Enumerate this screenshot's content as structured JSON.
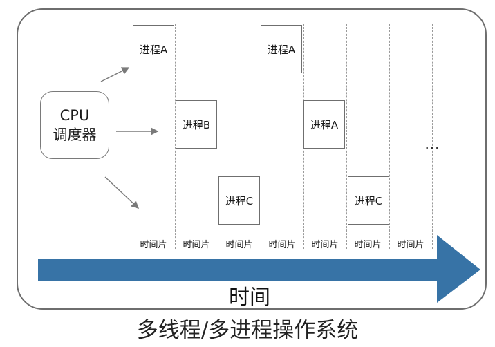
{
  "scheduler": {
    "line1": "CPU",
    "line2": "调度器"
  },
  "processes": {
    "slot1": "进程A",
    "slot2": "进程B",
    "slot3": "进程C",
    "slot4": "进程A",
    "slot5": "进程A",
    "slot6": "进程C"
  },
  "time_slice_label": "时间片",
  "time_axis_label": "时间",
  "continuation": "…",
  "caption": "多线程/多进程操作系统",
  "colors": {
    "time_arrow": "#3773a6",
    "border": "#6e6e6e"
  }
}
